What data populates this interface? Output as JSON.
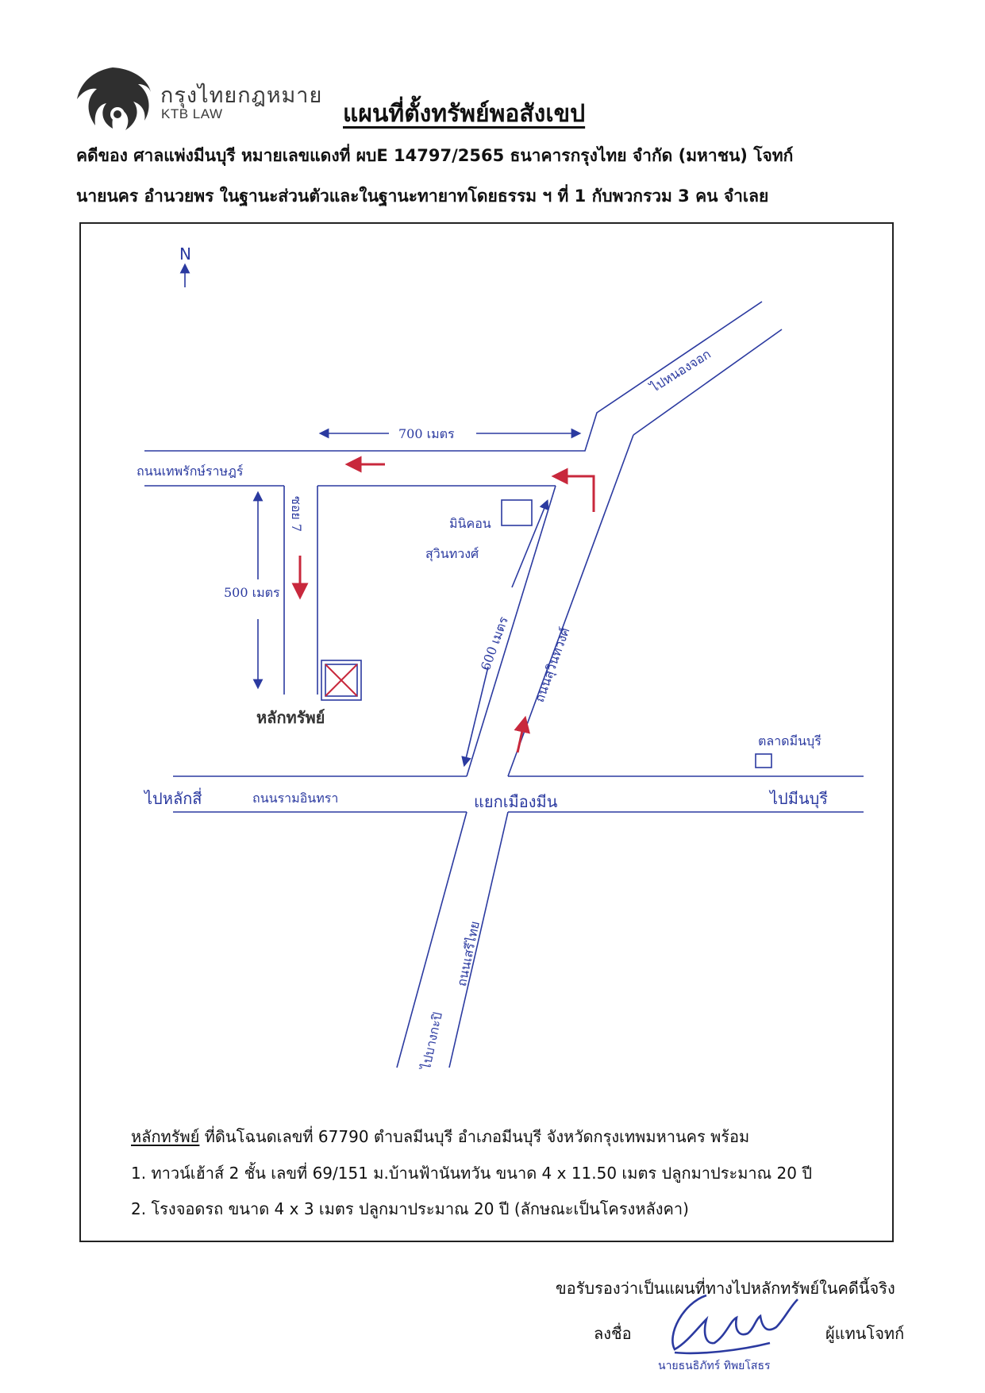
{
  "header": {
    "logo_th": "กรุงไทยกฎหมาย",
    "logo_en": "KTB LAW",
    "title": "แผนที่ตั้งทรัพย์พอสังเขป",
    "case_line1": "คดีของ ศาลแพ่งมีนบุรี   หมายเลขแดงที่ ผบE 14797/2565  ธนาคารกรุงไทย จำกัด (มหาชน) โจทก์",
    "case_line2": "นายนคร  อำนวยพร ในฐานะส่วนตัวและในฐานะทายาทโดยธรรม ฯ ที่ 1 กับพวกรวม 3 คน จำเลย"
  },
  "map": {
    "north": "N",
    "road_top": "ถนนเทพรักษ์ราษฎร์",
    "dist_top": "700 เมตร",
    "to_nongchok": "ไปหนองจอก",
    "soi": "ซอย 7",
    "dist_left": "500 เมตร",
    "condo_line1": "มินิคอน",
    "condo_line2": "สุวินทวงศ์",
    "dist_diag": "600 เมตร",
    "road_suwin": "ถนนสุวินทวงศ์",
    "property": "หลักทรัพย์",
    "market": "ตลาดมีนบุรี",
    "to_laksi": "ไปหลักสี่",
    "road_ramindra": "ถนนรามอินทรา",
    "junction": "แยกเมืองมีน",
    "to_minburi": "ไปมีนบุรี",
    "road_seriThai": "ถนนเสรีไทย",
    "to_bangkapi": "ไปบางกะปิ"
  },
  "description": {
    "label": "หลักทรัพย์",
    "line1_rest": " ที่ดินโฉนดเลขที่  67790  ตำบลมีนบุรี  อำเภอมีนบุรี  จังหวัดกรุงเทพมหานคร  พร้อม",
    "line2": "1. ทาวน์เฮ้าส์ 2 ชั้น  เลขที่  69/151 ม.บ้านฟ้านันทวัน ขนาด  4  x  11.50  เมตร ปลูกมาประมาณ  20  ปี",
    "line3": "2. โรงจอดรถ ขนาด  4  x  3  เมตร ปลูกมาประมาณ  20  ปี (ลักษณะเป็นโครงหลังคา)"
  },
  "footer": {
    "certify": "ขอรับรองว่าเป็นแผนที่ทางไปหลักทรัพย์ในคดีนี้จริง",
    "sign_label": "ลงชื่อ",
    "sign_role": "ผู้แทนโจทก์",
    "signer_name": "นายธนธิภัทร์ ทิพยโสธร"
  },
  "colors": {
    "ink_blue": "#2b3aa0",
    "ink_red": "#c8283c",
    "text": "#111111"
  }
}
